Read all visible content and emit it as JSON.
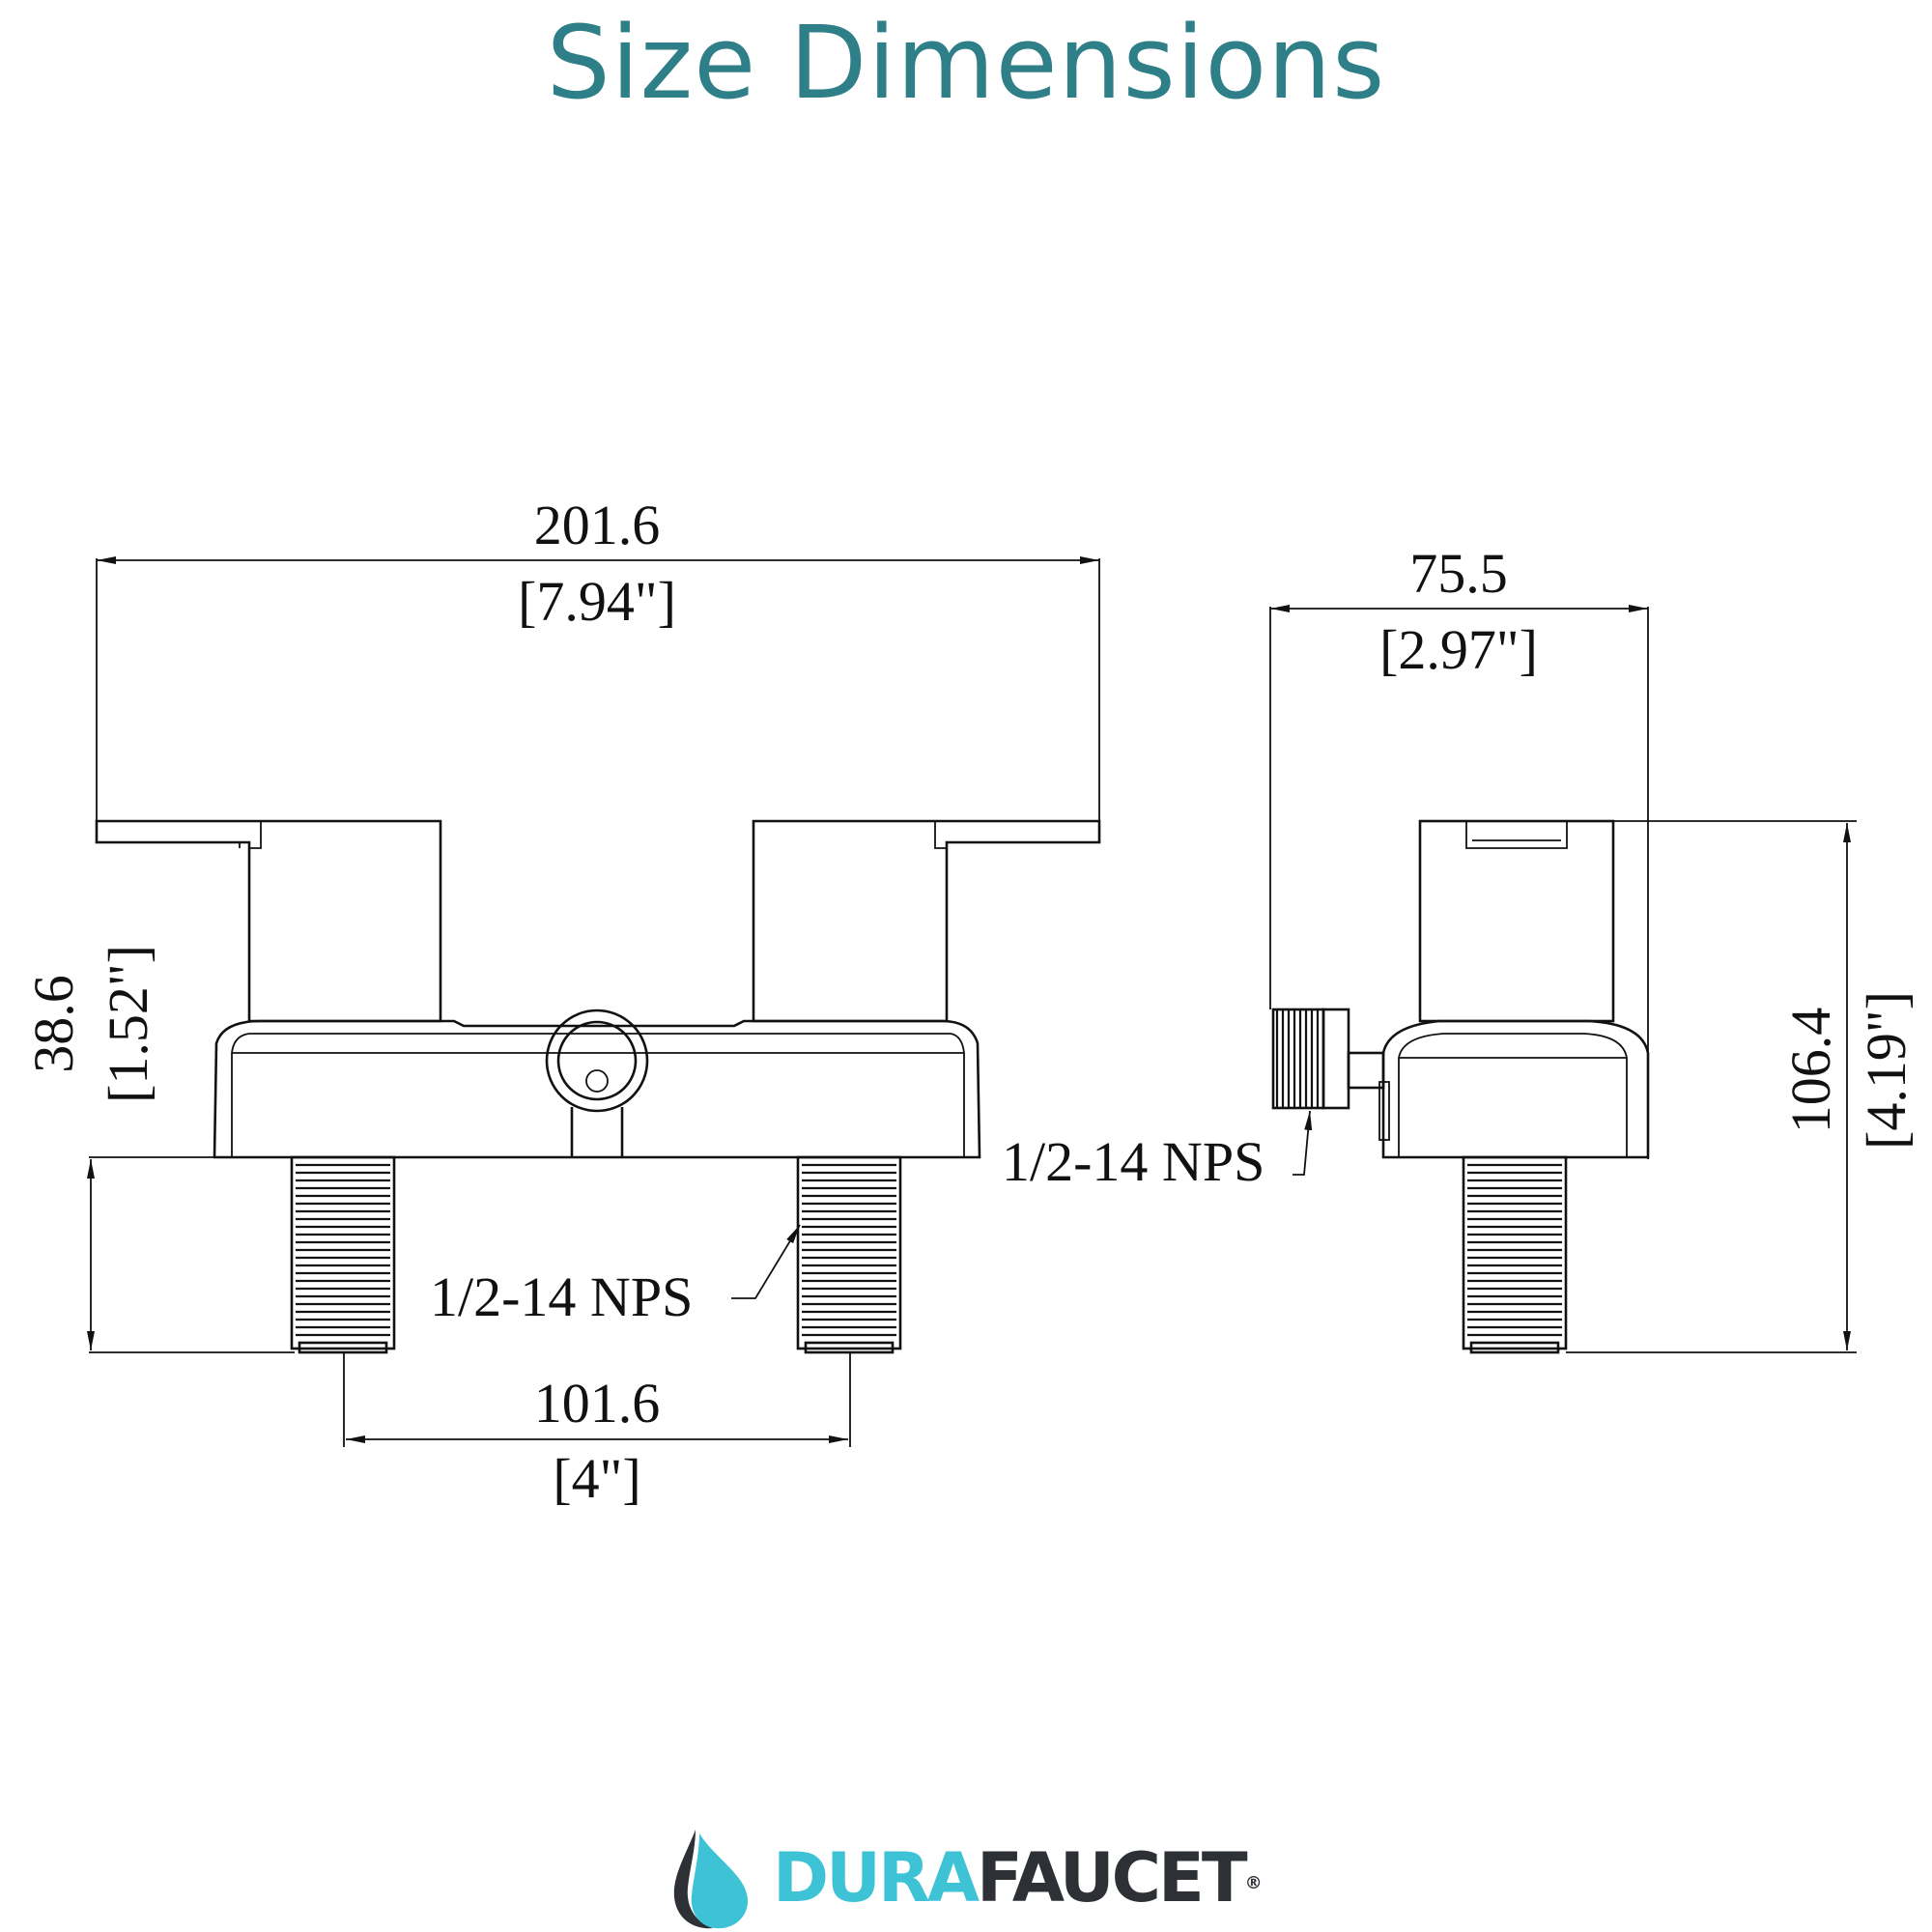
{
  "title": "Size Dimensions",
  "front_view": {
    "overall_width_mm": "201.6",
    "overall_width_in": "[7.94\"]",
    "base_height_mm": "38.6",
    "base_height_in": "[1.52\"]",
    "center_spacing_mm": "101.6",
    "center_spacing_in": "[4\"]",
    "thread_label": "1/2-14 NPS"
  },
  "side_view": {
    "depth_mm": "75.5",
    "depth_in": "[2.97\"]",
    "height_mm": "106.4",
    "height_in": "[4.19\"]",
    "thread_label": "1/2-14 NPS"
  },
  "logo": {
    "brand_part1": "DURA",
    "brand_part2": "FAUCET",
    "registered": "®",
    "icon": "water-drop-icon"
  },
  "colors": {
    "title": "#2f7f88",
    "brand_cyan": "#3ec3d6",
    "brand_dark": "#2d3136"
  }
}
